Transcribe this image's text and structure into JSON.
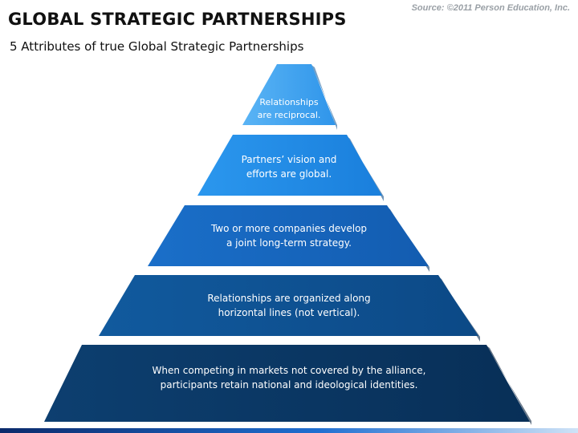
{
  "header": {
    "title": "GLOBAL STRATEGIC PARTNERSHIPS",
    "subtitle": "5 Attributes of true Global Strategic Partnerships",
    "source": "Source: ©2011 Person Education, Inc."
  },
  "pyramid": {
    "tiers": [
      {
        "line1": "Relationships",
        "line2": "are reciprocal.",
        "color": "#3aa0f0"
      },
      {
        "line1": "Partners’ vision and",
        "line2": "efforts are global.",
        "color": "#1d8ae6"
      },
      {
        "line1": "Two or more companies develop",
        "line2": "a joint long-term strategy.",
        "color": "#1565c0"
      },
      {
        "line1": "Relationships are organized along",
        "line2": "horizontal lines (not vertical).",
        "color": "#0d4f8f"
      },
      {
        "line1": "When competing in markets not covered by the alliance,",
        "line2": "participants retain national and ideological identities.",
        "color": "#0a3560"
      }
    ]
  }
}
